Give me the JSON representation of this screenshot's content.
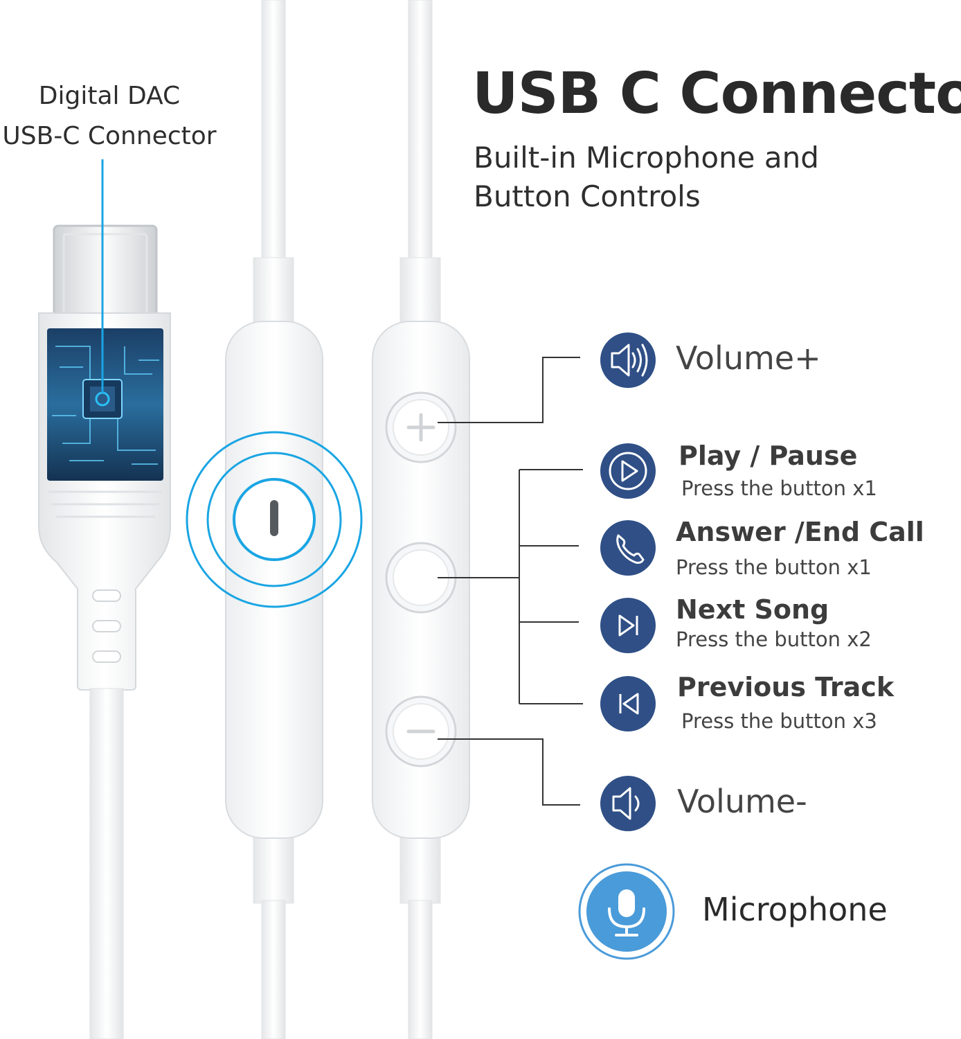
{
  "heading": {
    "title": "USB C Connector",
    "subtitle_line1": "Built-in Microphone and",
    "subtitle_line2": "Button Controls"
  },
  "connector_label": {
    "line1": "Digital DAC",
    "line2": "USB-C Connector"
  },
  "features": {
    "volume_up": {
      "title": "Volume+",
      "icon": "speaker-loud-icon"
    },
    "play_pause": {
      "title": "Play / Pause",
      "subtitle": "Press the button x1",
      "icon": "play-icon"
    },
    "answer_end_call": {
      "title": "Answer /End Call",
      "subtitle": "Press the button x1",
      "icon": "phone-icon"
    },
    "next_song": {
      "title": "Next Song",
      "subtitle": "Press the button x2",
      "icon": "skip-next-icon"
    },
    "previous_track": {
      "title": "Previous Track",
      "subtitle": "Press the button x3",
      "icon": "skip-previous-icon"
    },
    "volume_down": {
      "title": "Volume-",
      "icon": "speaker-quiet-icon"
    },
    "microphone": {
      "title": "Microphone",
      "icon": "microphone-icon"
    }
  },
  "colors": {
    "icon_navy": "#2f4f86",
    "accent_cyan": "#1aa5e3",
    "mic_blue": "#4a9bd9",
    "cable_white": "#ffffff",
    "text_dark": "#333333"
  }
}
